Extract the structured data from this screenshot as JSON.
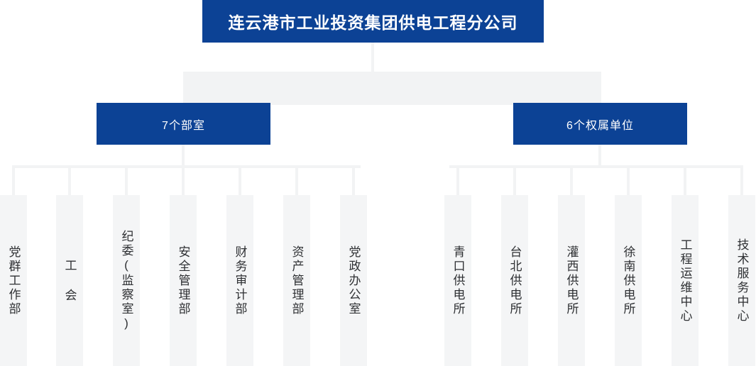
{
  "colors": {
    "node_blue": "#0c4295",
    "connector_gray": "#f2f3f4",
    "leaf_gray": "#f4f5f6",
    "leaf_text": "#2e3033",
    "node_text": "#ffffff",
    "page_background": "#ffffff"
  },
  "root": {
    "label": "连云港市工业投资集团供电工程分公司"
  },
  "branches": [
    {
      "id": "departments",
      "label": "7个部室",
      "count": 7,
      "children": [
        {
          "label": "党群工作部"
        },
        {
          "label": "工 会"
        },
        {
          "label": "纪委(监察室)"
        },
        {
          "label": "安全管理部"
        },
        {
          "label": "财务审计部"
        },
        {
          "label": "资产管理部"
        },
        {
          "label": "党政办公室"
        }
      ]
    },
    {
      "id": "subsidiaries",
      "label": "6个权属单位",
      "count": 6,
      "children": [
        {
          "label": "青口供电所"
        },
        {
          "label": "台北供电所"
        },
        {
          "label": "灌西供电所"
        },
        {
          "label": "徐南供电所"
        },
        {
          "label": "工程运维中心"
        },
        {
          "label": "技术服务中心"
        }
      ]
    }
  ],
  "layout": {
    "leaf_left_x": [
      0,
      79,
      159,
      239,
      319,
      399,
      479
    ],
    "leaf_right_x": [
      626,
      706,
      786,
      866,
      946,
      1026
    ],
    "leaf_width": 38
  }
}
